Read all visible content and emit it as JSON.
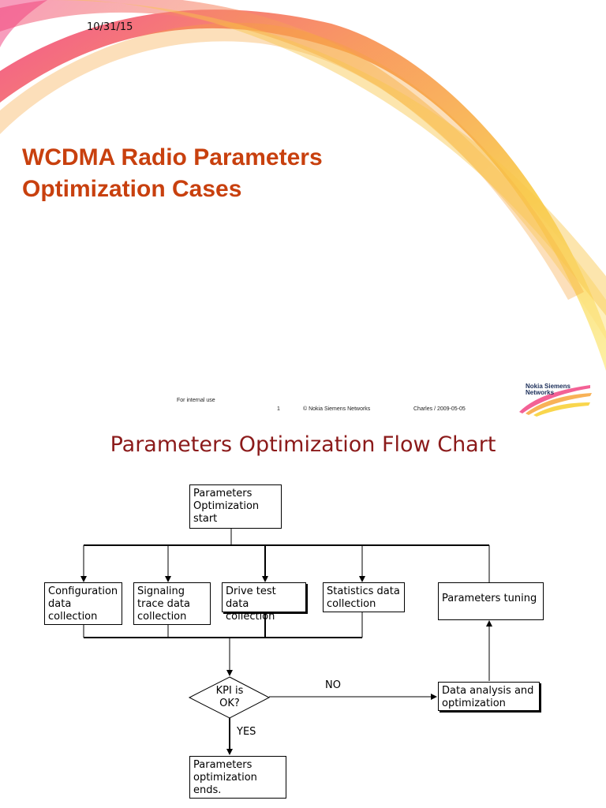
{
  "slide1": {
    "date": "10/31/15",
    "title_lines": [
      "WCDMA Radio Parameters",
      "Optimization Cases"
    ],
    "footer": {
      "internal": "For internal use",
      "page": "1",
      "copyright": "© Nokia Siemens Networks",
      "author_date": "Charles / 2009-05-05"
    },
    "logo_lines": [
      "Nokia Siemens",
      "Networks"
    ],
    "colors": {
      "title": "#c8400e",
      "swoosh_pink": "#f25a8a",
      "swoosh_orange": "#f7a43a",
      "swoosh_yellow": "#f7d23a"
    }
  },
  "slide2": {
    "heading": "Parameters Optimization Flow Chart",
    "start_box": [
      "Parameters",
      "Optimization",
      "start"
    ],
    "collect_boxes": [
      [
        "Configuration",
        "data",
        "collection"
      ],
      [
        "Signaling",
        "trace data",
        "collection"
      ],
      [
        "Drive test data",
        "collection"
      ],
      [
        "Statistics data",
        "collection"
      ]
    ],
    "tuning_box": [
      "Parameters tuning"
    ],
    "decision": [
      "KPI is",
      "OK?"
    ],
    "no_label": "NO",
    "yes_label": "YES",
    "analysis_box": [
      "Data analysis and",
      "optimization"
    ],
    "end_box": [
      "Parameters",
      "optimization",
      "ends."
    ],
    "colors": {
      "heading": "#8b1a1a"
    }
  }
}
